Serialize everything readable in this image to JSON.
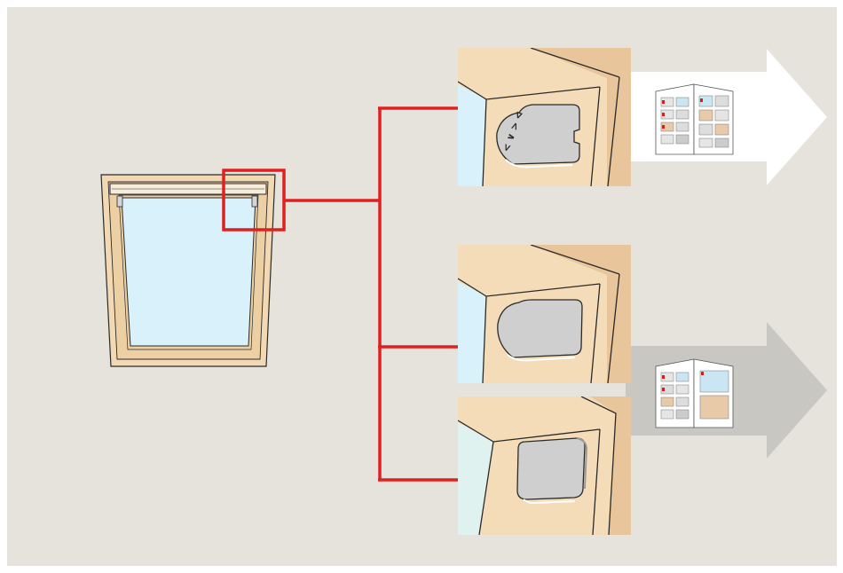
{
  "diagram": {
    "bracket_label": "< ∨ > ⊲",
    "colors": {
      "background": "#e6e3dc",
      "frame_outer": "#f5dcb8",
      "frame_inner": "#edcfa4",
      "glass": "#d9f1fa",
      "highlight": "#e02020",
      "bracket": "#cfcfcf",
      "arrow_primary": "#ffffff",
      "arrow_secondary": "#c9c7c2",
      "outline": "#2a2a2a"
    },
    "panels": [
      {
        "name": "bracket-type-a",
        "variant": "notched-labeled"
      },
      {
        "name": "bracket-type-b",
        "variant": "rounded-plain"
      },
      {
        "name": "bracket-type-c",
        "variant": "square-block"
      }
    ],
    "arrows": [
      {
        "name": "arrow-instructions-a",
        "style": "primary"
      },
      {
        "name": "arrow-instructions-b",
        "style": "secondary"
      }
    ]
  }
}
